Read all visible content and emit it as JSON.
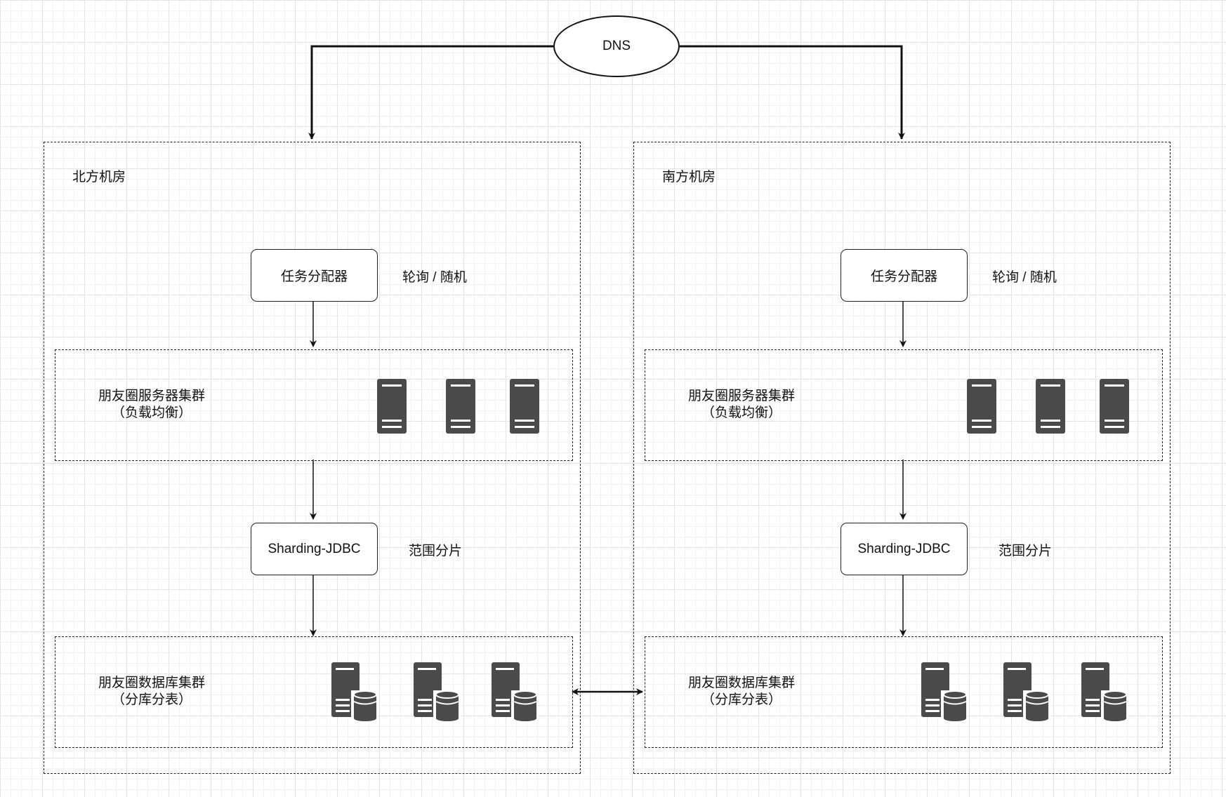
{
  "dns": {
    "label": "DNS"
  },
  "rooms": [
    {
      "title": "北方机房",
      "dispatcher": {
        "label": "任务分配器",
        "note": "轮询 / 随机"
      },
      "server_cluster": {
        "line1": "朋友圈服务器集群",
        "line2": "（负载均衡）",
        "icon": "server-icon",
        "count": 3
      },
      "sharding": {
        "label": "Sharding-JDBC",
        "note": "范围分片"
      },
      "db_cluster": {
        "line1": "朋友圈数据库集群",
        "line2": "（分库分表）",
        "icon": "database-server-icon",
        "count": 3
      }
    },
    {
      "title": "南方机房",
      "dispatcher": {
        "label": "任务分配器",
        "note": "轮询 / 随机"
      },
      "server_cluster": {
        "line1": "朋友圈服务器集群",
        "line2": "（负载均衡）",
        "icon": "server-icon",
        "count": 3
      },
      "sharding": {
        "label": "Sharding-JDBC",
        "note": "范围分片"
      },
      "db_cluster": {
        "line1": "朋友圈数据库集群",
        "line2": "（分库分表）",
        "icon": "database-server-icon",
        "count": 3
      }
    }
  ],
  "colors": {
    "icon_fill": "#4a4a4a",
    "line": "#111111",
    "grid": "#e3e3e3"
  }
}
